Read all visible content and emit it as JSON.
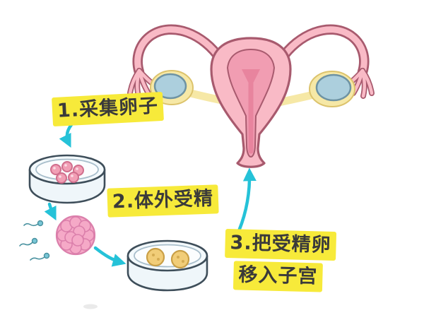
{
  "steps": [
    {
      "id": 1,
      "label": "1.采集卵子"
    },
    {
      "id": 2,
      "label": "2.体外受精"
    },
    {
      "id": 3,
      "label_line1": "3.把受精卵",
      "label_line2": "移入子宫"
    }
  ],
  "icons": {
    "uterus": "uterus-illustration",
    "ovary_left": "ovary-left",
    "ovary_right": "ovary-right",
    "petri_dish_1": "petri-dish-with-eggs",
    "petri_dish_2": "petri-dish-with-fertilized-eggs",
    "embryo": "fertilized-egg-cluster",
    "sperm": "sperm-cells",
    "arrows": "cyan-flow-arrows"
  },
  "colors": {
    "highlight_yellow": "#F7EA3A",
    "text_dark": "#3A3A3A",
    "arrow_cyan": "#25C2D8",
    "uterus_pink": "#F9BAC6",
    "uterus_inner": "#F19DB2",
    "uterus_canal": "#E8849E",
    "uterus_outline": "#A85A6E",
    "halo_yellow": "#F6E8A6",
    "ovary_blue": "#ACCFDD",
    "dish_fill": "#EFF6FA",
    "dish_outline": "#3E4E5A",
    "egg_pink": "#F19FB5",
    "embryo_pink": "#F5A9C7",
    "fert_yellow": "#F1CD78",
    "sperm_teal": "#79C6D6"
  }
}
